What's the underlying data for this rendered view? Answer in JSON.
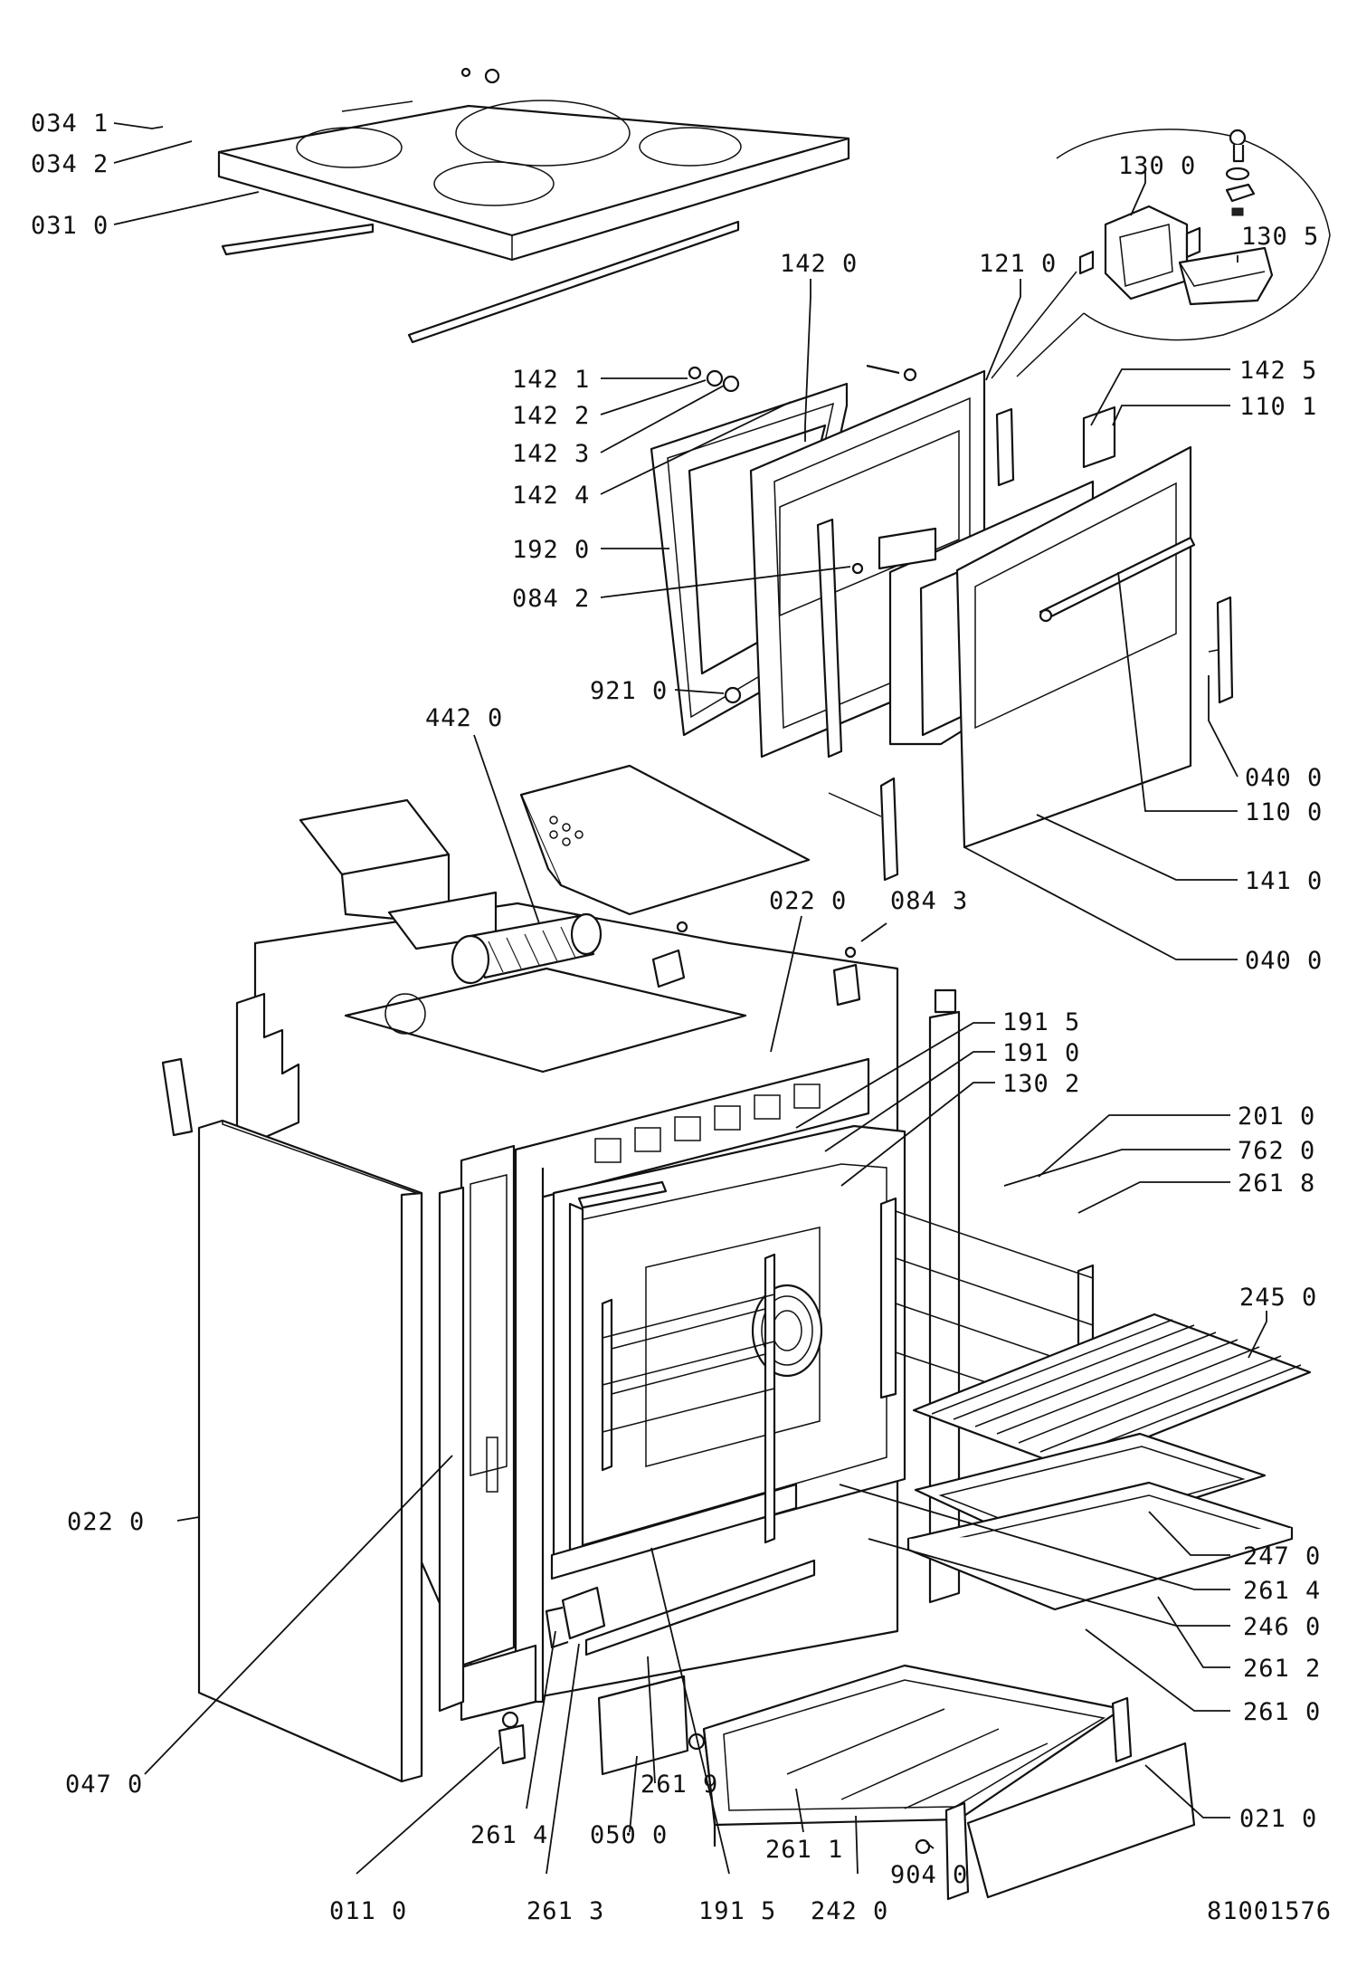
{
  "drawing_number": "81001576",
  "labels": {
    "l0341": "034 1",
    "l0342": "034 2",
    "l0310": "031 0",
    "l1420_top": "142 0",
    "l1210": "121 0",
    "l1300": "130 0",
    "l1305": "130 5",
    "l1421": "142 1",
    "l1422": "142 2",
    "l1423": "142 3",
    "l1424": "142 4",
    "l1920": "192 0",
    "l0842": "084 2",
    "l9210": "921 0",
    "l1425": "142 5",
    "l1101": "110 1",
    "l0400_a": "040 0",
    "l1100": "110 0",
    "l1410": "141 0",
    "l0400_b": "040 0",
    "l4420": "442 0",
    "l0220_top": "022 0",
    "l0843": "084 3",
    "l1915_top": "191 5",
    "l1910": "191 0",
    "l1302": "130 2",
    "l2010": "201 0",
    "l7620": "762 0",
    "l2618": "261 8",
    "l2450": "245 0",
    "l0220_left": "022 0",
    "l2470": "247 0",
    "l2614_right": "261 4",
    "l2460": "246 0",
    "l2612": "261 2",
    "l2610": "261 0",
    "l0470": "047 0",
    "l2619": "261 9",
    "l0210": "021 0",
    "l2614_bottom": "261 4",
    "l0500": "050 0",
    "l2611": "261 1",
    "l9040": "904 0",
    "l0110": "011 0",
    "l2613": "261 3",
    "l1915_bottom": "191 5",
    "l2420": "242 0"
  }
}
